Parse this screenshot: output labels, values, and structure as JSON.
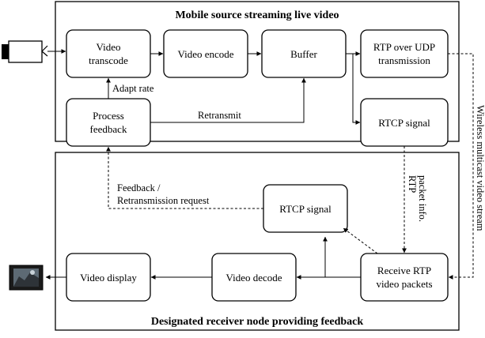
{
  "diagram": {
    "top_panel_title": "Mobile source streaming live video",
    "bottom_panel_title": "Designated receiver node providing feedback",
    "nodes": {
      "video_transcode": [
        "Video",
        "transcode"
      ],
      "video_encode": [
        "Video encode"
      ],
      "buffer": [
        "Buffer"
      ],
      "rtp_over_udp": [
        "RTP over UDP",
        "transmission"
      ],
      "process_feedback": [
        "Process",
        "feedback"
      ],
      "rtcp_signal_source": [
        "RTCP signal"
      ],
      "rtcp_signal_receiver": [
        "RTCP signal"
      ],
      "receive_rtp": [
        "Receive RTP",
        "video packets"
      ],
      "video_decode": [
        "Video decode"
      ],
      "video_display": [
        "Video display"
      ]
    },
    "edge_labels": {
      "adapt_rate": "Adapt rate",
      "retransmit": "Retransmit",
      "feedback_request": [
        "Feedback /",
        "Retransmission request"
      ],
      "rtp_packet_info": [
        "RTP",
        "packet info."
      ],
      "wireless_stream": "Wireless multicast video stream"
    },
    "icons": [
      "video-camera-icon",
      "display-screen-icon"
    ]
  }
}
